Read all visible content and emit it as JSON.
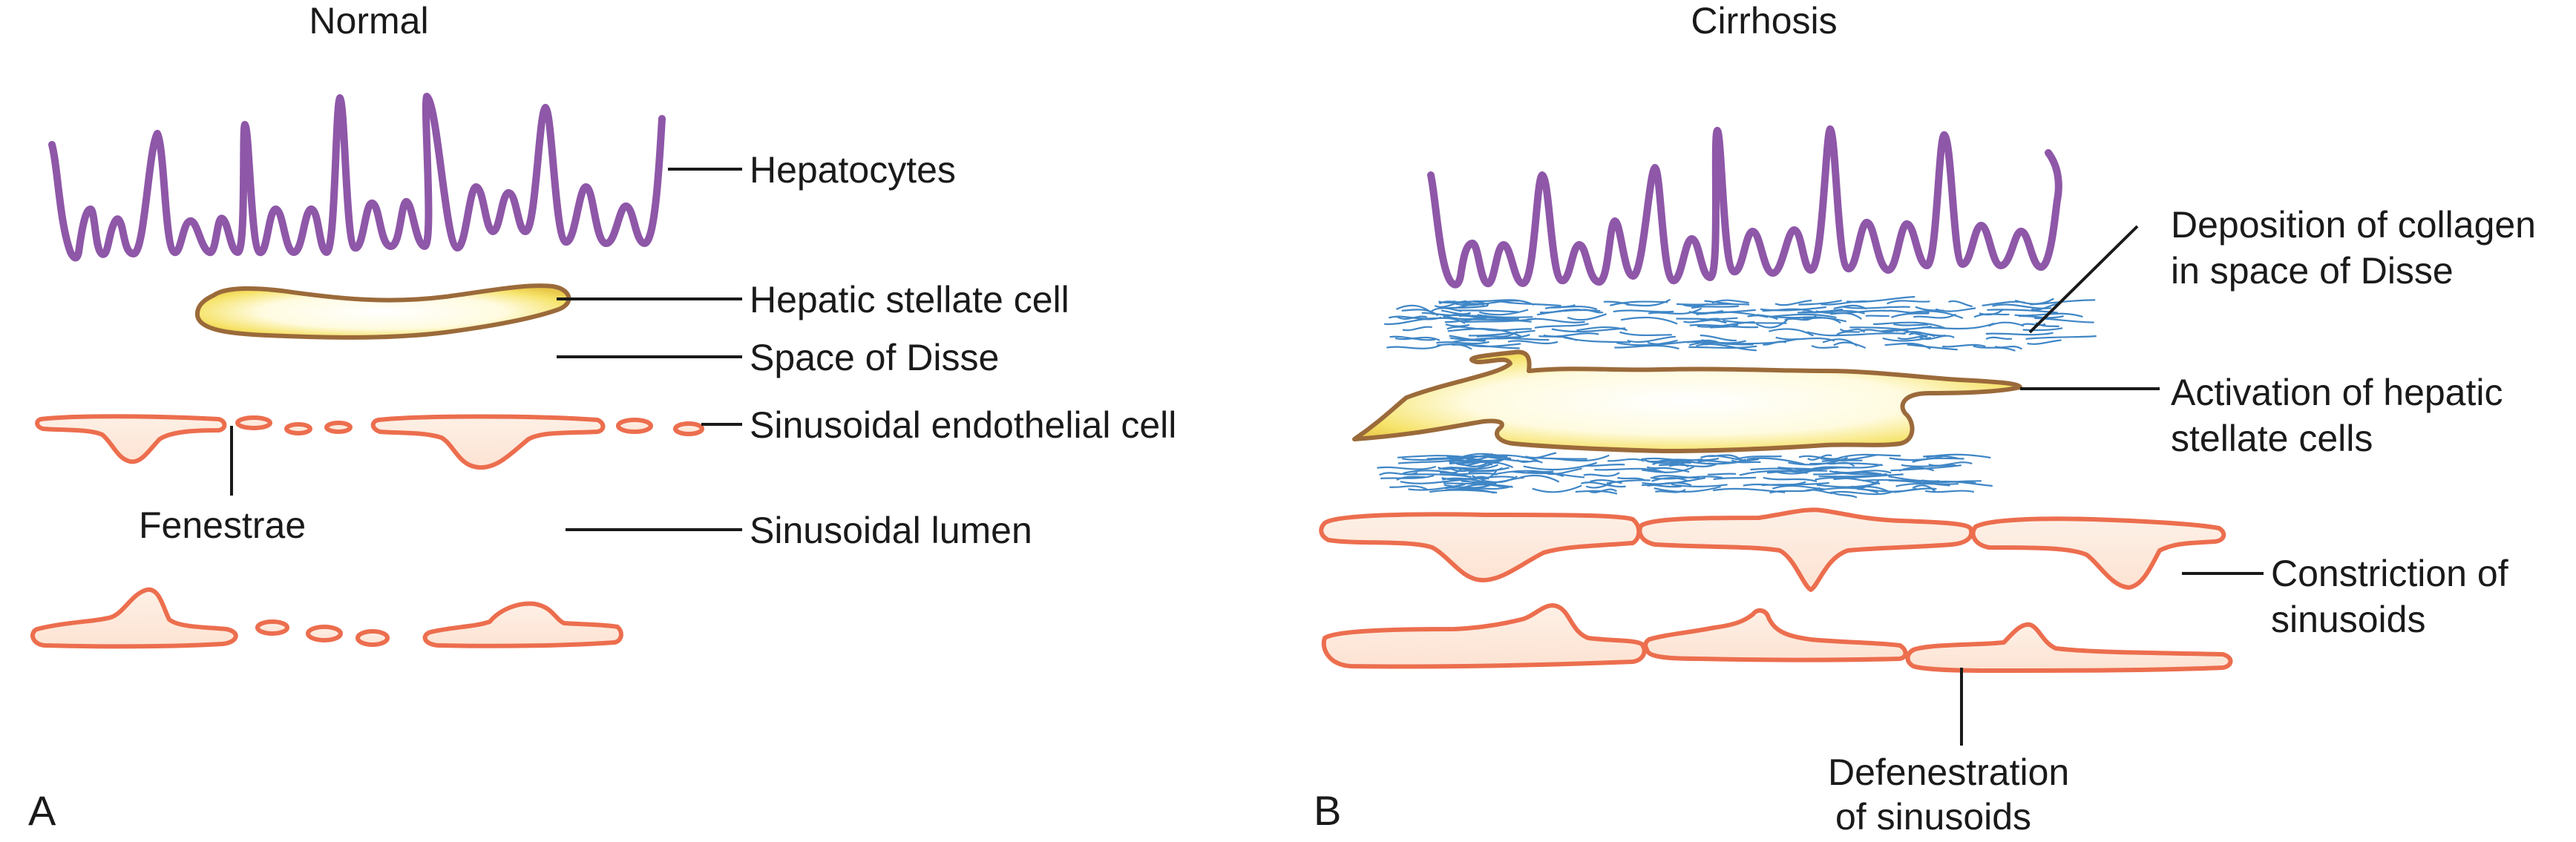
{
  "panels": {
    "normal": {
      "title": "Normal",
      "letter": "A",
      "labels": {
        "hepatocytes": "Hepatocytes",
        "stellate": "Hepatic stellate cell",
        "disse": "Space of Disse",
        "endothelial": "Sinusoidal endothelial cell",
        "fenestrae": "Fenestrae",
        "lumen": "Sinusoidal lumen"
      }
    },
    "cirrhosis": {
      "title": "Cirrhosis",
      "letter": "B",
      "labels": {
        "collagen_1": "Deposition of collagen",
        "collagen_2": "in space of Disse",
        "activation_1": "Activation of hepatic",
        "activation_2": "stellate cells",
        "constriction_1": "Constriction of",
        "constriction_2": "sinusoids",
        "defenestration_1": "Defenestration",
        "defenestration_2": "of sinusoids"
      }
    }
  },
  "colors": {
    "hepatocyte": "#8e57a8",
    "endothelial_stroke": "#ec6e4e",
    "endothelial_fill": "#fdeadf",
    "stellate_stroke": "#9b6a3a",
    "stellate_glow": "#f2e05a",
    "collagen": "#3f86c6"
  }
}
